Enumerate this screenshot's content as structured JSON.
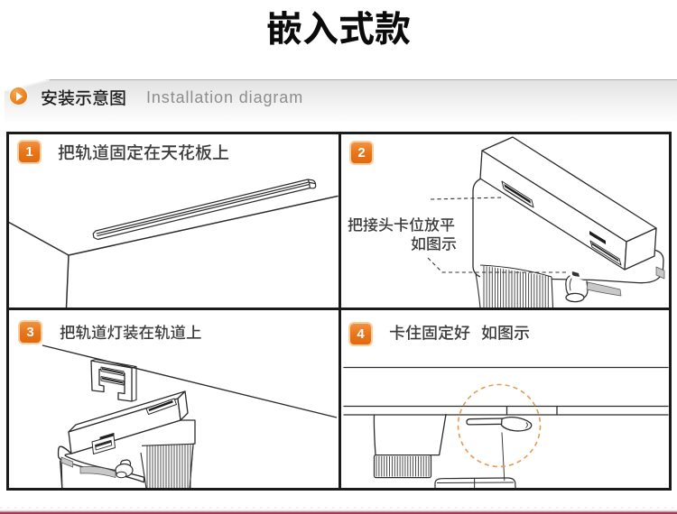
{
  "page": {
    "title": "嵌入式款"
  },
  "section_header": {
    "zh": "安装示意图",
    "en": "Installation diagram",
    "icon": "play-icon"
  },
  "steps": [
    {
      "num": "1",
      "caption": "把轨道固定在天花板上"
    },
    {
      "num": "2",
      "caption": "把接头卡位放平 如图示",
      "labels": {
        "line1": "把接头卡位放平",
        "line2": "如图示"
      }
    },
    {
      "num": "3",
      "caption": "把轨道灯装在轨道上"
    },
    {
      "num": "4",
      "caption": "卡住固定好 如图示",
      "labels": {
        "part1": "卡住固定好",
        "part2": "如图示"
      }
    }
  ],
  "colors": {
    "badge_orange": "#e87318",
    "badge_halo": "#f7cf9f",
    "dashed_circle_orange": "#e8994e",
    "line_art": "#2b2b2b",
    "grid_border": "#1b1b1b",
    "bottom_line_crimson": "#9e3150",
    "header_en_gray": "#8d8d8d"
  }
}
